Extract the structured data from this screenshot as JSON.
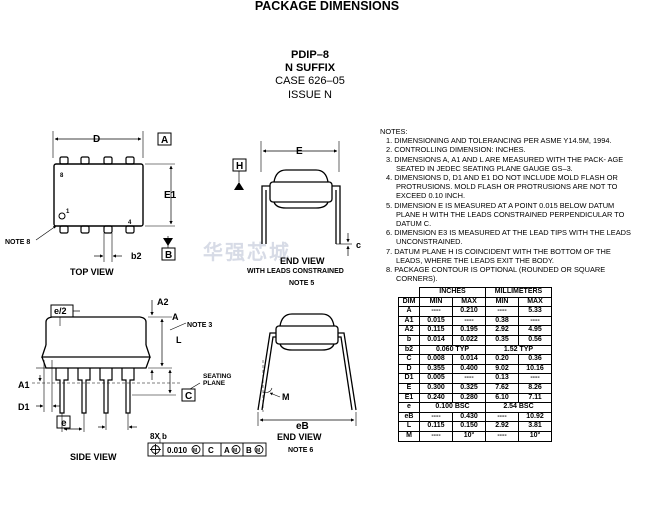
{
  "header": {
    "title": "PACKAGE DIMENSIONS"
  },
  "package": {
    "name": "PDIP–8",
    "suffix": "N SUFFIX",
    "case": "CASE 626–05",
    "issue": "ISSUE N"
  },
  "top_view": {
    "caption": "TOP VIEW",
    "dim_d": "D",
    "dim_e1": "E1",
    "dim_b2": "b2",
    "note_ref": "NOTE 8",
    "datum_a": "A",
    "datum_b": "B",
    "pin8": "8",
    "pin4": "4",
    "pin1": "1"
  },
  "end_view_top": {
    "caption1": "END VIEW",
    "caption2": "WITH LEADS CONSTRAINED",
    "note": "NOTE 5",
    "dim_e": "E",
    "dim_c": "c",
    "datum_h": "H"
  },
  "side_view": {
    "caption": "SIDE VIEW",
    "dim_e2": "e/2",
    "dim_a2": "A2",
    "dim_a": "A",
    "note3": "NOTE 3",
    "dim_l": "L",
    "dim_a1": "A1",
    "dim_d1": "D1",
    "dim_e": "e",
    "datum_c": "C",
    "seating1": "SEATING",
    "seating2": "PLANE"
  },
  "tolerance": {
    "count": "8X b",
    "value": "0.010",
    "mod": "M",
    "datum1": "C",
    "datum2": "A",
    "datum3": "B"
  },
  "end_view_bottom": {
    "caption": "END VIEW",
    "note": "NOTE 6",
    "dim_m": "M",
    "dim_eb": "eB"
  },
  "notes": {
    "title": "NOTES:",
    "items": [
      "1.  DIMENSIONING AND TOLERANCING PER ASME Y14.5M, 1994.",
      "2.  CONTROLLING DIMENSION: INCHES.",
      "3.  DIMENSIONS A, A1 AND L ARE MEASURED WITH THE PACK- AGE SEATED IN JEDEC SEATING PLANE GAUGE GS–3.",
      "4.  DIMENSIONS D, D1 AND E1 DO NOT INCLUDE MOLD FLASH OR PROTRUSIONS. MOLD FLASH OR PROTRUSIONS ARE NOT TO EXCEED 0.10 INCH.",
      "5.  DIMENSION E IS MEASURED AT A POINT 0.015 BELOW DATUM PLANE H WITH THE LEADS CONSTRAINED PERPENDICULAR TO DATUM C.",
      "6.  DIMENSION E3 IS MEASURED AT THE LEAD TIPS WITH THE LEADS UNCONSTRAINED.",
      "7.  DATUM PLANE H IS COINCIDENT WITH THE BOTTOM OF THE LEADS, WHERE THE LEADS EXIT THE BODY.",
      "8.  PACKAGE CONTOUR IS OPTIONAL (ROUNDED OR SQUARE CORNERS)."
    ]
  },
  "table": {
    "group_inches": "INCHES",
    "group_mm": "MILLIMETERS",
    "head": [
      "DIM",
      "MIN",
      "MAX",
      "MIN",
      "MAX"
    ],
    "rows": [
      [
        "A",
        "----",
        "0.210",
        "----",
        "5.33"
      ],
      [
        "A1",
        "0.015",
        "----",
        "0.38",
        "----"
      ],
      [
        "A2",
        "0.115",
        "0.195",
        "2.92",
        "4.95"
      ],
      [
        "b",
        "0.014",
        "0.022",
        "0.35",
        "0.56"
      ],
      [
        "b2",
        "0.060 TYP",
        "",
        "1.52 TYP",
        ""
      ],
      [
        "C",
        "0.008",
        "0.014",
        "0.20",
        "0.36"
      ],
      [
        "D",
        "0.355",
        "0.400",
        "9.02",
        "10.16"
      ],
      [
        "D1",
        "0.005",
        "----",
        "0.13",
        "----"
      ],
      [
        "E",
        "0.300",
        "0.325",
        "7.62",
        "8.26"
      ],
      [
        "E1",
        "0.240",
        "0.280",
        "6.10",
        "7.11"
      ],
      [
        "e",
        "0.100 BSC",
        "",
        "2.54 BSC",
        ""
      ],
      [
        "eB",
        "----",
        "0.430",
        "----",
        "10.92"
      ],
      [
        "L",
        "0.115",
        "0.150",
        "2.92",
        "3.81"
      ],
      [
        "M",
        "----",
        "10°",
        "----",
        "10°"
      ]
    ]
  },
  "watermark": {
    "text": "华强芯城"
  }
}
